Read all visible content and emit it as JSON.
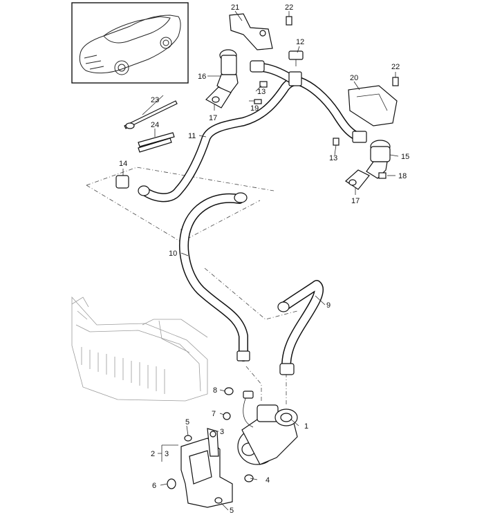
{
  "diagram": {
    "callouts": {
      "c1": "1",
      "c2": "2",
      "c3a": "3",
      "c3b": "3",
      "c4": "4",
      "c5a": "5",
      "c5b": "5",
      "c6": "6",
      "c7": "7",
      "c8": "8",
      "c9": "9",
      "c10": "10",
      "c11": "11",
      "c12": "12",
      "c13a": "13",
      "c13b": "13",
      "c14": "14",
      "c15": "15",
      "c16": "16",
      "c17a": "17",
      "c17b": "17",
      "c18": "18",
      "c19": "19",
      "c20": "20",
      "c21": "21",
      "c22a": "22",
      "c22b": "22",
      "c23": "23",
      "c24": "24"
    }
  }
}
